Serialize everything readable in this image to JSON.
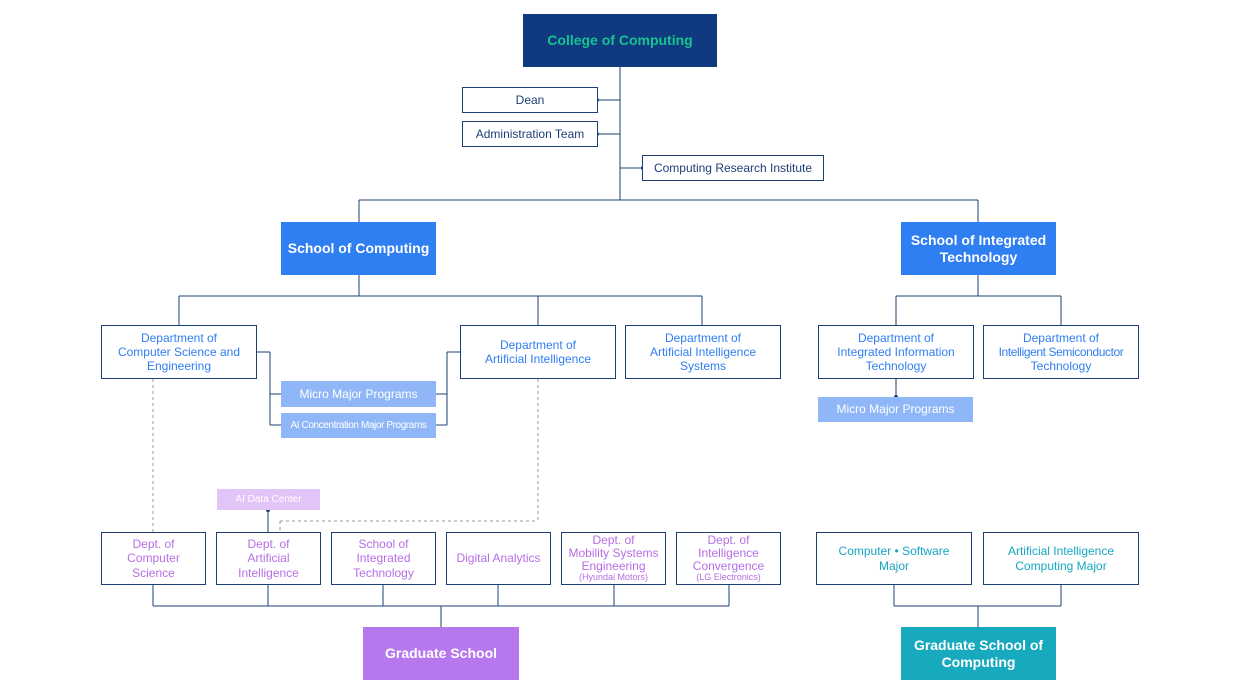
{
  "college": {
    "title": "College of Computing"
  },
  "dean": "Dean",
  "admin_team": "Administration Team",
  "research_institute": "Computing Research Institute",
  "school_of_computing": {
    "title": "School of Computing",
    "dept_cse": [
      "Department of",
      "Computer Science and",
      "Engineering"
    ],
    "dept_ai": [
      "Department of",
      "Artificial Intelligence"
    ],
    "dept_ais": [
      "Department of",
      "Artificial Intelligence",
      "Systems"
    ],
    "micro_major": "Micro Major Programs",
    "ai_concentration": "AI Concentration Major Programs"
  },
  "school_integrated": {
    "title": [
      "School of Integrated",
      "Technology"
    ],
    "dept_iit": [
      "Department of",
      "Integrated Information",
      "Technology"
    ],
    "dept_ist": [
      "Department of",
      "Intelligent Semiconductor",
      "Technology"
    ],
    "micro_major": "Micro Major Programs"
  },
  "ai_data_center": "AI Data Center",
  "graduate_school": {
    "title": "Graduate School",
    "depts": [
      {
        "lines": [
          "Dept. of",
          "Computer",
          "Science"
        ],
        "note": ""
      },
      {
        "lines": [
          "Dept. of",
          "Artificial",
          "Intelligence"
        ],
        "note": ""
      },
      {
        "lines": [
          "School of",
          "Integrated",
          "Technology"
        ],
        "note": ""
      },
      {
        "lines": [
          "Digital Analytics"
        ],
        "note": ""
      },
      {
        "lines": [
          "Dept. of",
          "Mobility Systems",
          "Engineering"
        ],
        "note": "(Hyundai Motors)"
      },
      {
        "lines": [
          "Dept. of",
          "Intelligence",
          "Convergence"
        ],
        "note": "(LG Electronics)"
      }
    ]
  },
  "graduate_school_computing": {
    "title": [
      "Graduate School of",
      "Computing"
    ],
    "majors": [
      [
        "Computer • Software",
        "Major"
      ],
      [
        "Artificial Intelligence",
        "Computing Major"
      ]
    ]
  },
  "colors": {
    "navy": "#0f3a80",
    "blue": "#2f7ef2",
    "light_blue": "#8fb6f7",
    "purple": "#b678ec",
    "lilac": "#e2c5f8",
    "teal": "#17a9be",
    "green_text": "#17c38e",
    "line": "#1d3f76"
  }
}
